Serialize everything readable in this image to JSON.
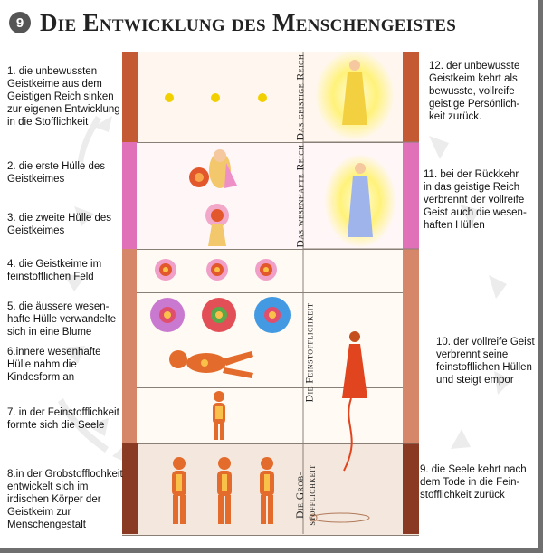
{
  "header": {
    "badge_number": "9",
    "title": "Die Entwicklung des Menschengeistes"
  },
  "colors": {
    "band_peach": "#fce6d3",
    "band_rose": "#fbe6e2",
    "band_brown": "#e6d0bf",
    "edge_brown": "#b5502e",
    "edge_pink": "#e070b8",
    "sphere_orange": "#e2572c",
    "figure_orange": "#e36b2b",
    "glow_yellow": "#fff27a",
    "gown_blue": "#9fb4ea"
  },
  "realms": {
    "spiritual": "Das geistige Reich",
    "essential": "Das wesenhafte Reich",
    "fine_matter": "Die Feinstofflichkeit",
    "gross_matter_line1": "Die Grob-",
    "gross_matter_line2": "stofflichkeit"
  },
  "left_steps": [
    {
      "lines": [
        "1. die unbewussten",
        "Geistkeime aus dem",
        "Geistigen Reich sinken",
        "zur eigenen Entwicklung",
        "in die Stofflichkeit"
      ]
    },
    {
      "lines": [
        "2. die erste Hülle des",
        "Geistkeimes"
      ]
    },
    {
      "lines": [
        "3. die zweite Hülle des",
        "Geistkeimes"
      ]
    },
    {
      "lines": [
        "4.  die Geistkeime im",
        "feinstofflichen Feld"
      ]
    },
    {
      "lines": [
        "5.  die äussere wesen-",
        "hafte Hülle verwandelte",
        "sich in eine Blume"
      ]
    },
    {
      "lines": [
        "6.innere wesenhafte",
        "Hülle nahm die",
        "Kindesform an"
      ]
    },
    {
      "lines": [
        "7.  in der Feinstofflichkeit",
        "formte sich die Seele"
      ]
    },
    {
      "lines": [
        "8.in der Grobstofflochkeit",
        "entwickelt sich im",
        "irdischen Körper der",
        "Geistkeim zur",
        "Menschengestalt"
      ]
    }
  ],
  "right_steps": [
    {
      "lines": [
        "9.  die Seele kehrt nach",
        "dem Tode in die Fein-",
        "stofflichkeit zurück"
      ]
    },
    {
      "lines": [
        "10. der vollreife Geist",
        "verbrennt seine",
        "feinstofflichen Hüllen",
        "und steigt empor"
      ]
    },
    {
      "lines": [
        "11. bei der Rückkehr",
        "in das geistige Reich",
        "verbrennt der vollreife",
        "Geist auch die wesen-",
        "haften Hüllen"
      ]
    },
    {
      "lines": [
        "12. der unbewusste",
        "Geistkeim kehrt als",
        "bewusste, vollreife",
        "geistige Persönlich-",
        "keit zurück."
      ]
    }
  ]
}
